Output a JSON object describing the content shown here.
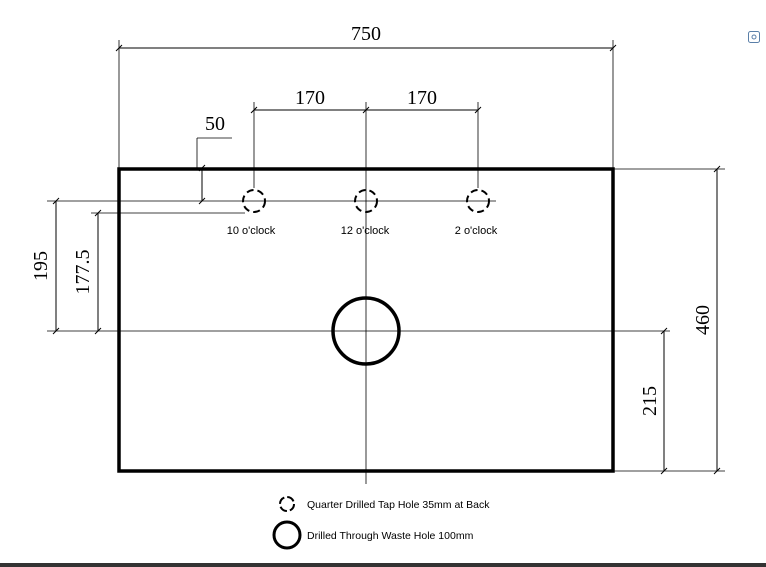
{
  "dimensions": {
    "overall_width": "750",
    "tap_spacing_left": "170",
    "tap_spacing_right": "170",
    "tap_offset_from_back": "50",
    "tap_to_waste_outer": "195",
    "tap_to_waste_inner": "177.5",
    "overall_depth": "460",
    "waste_to_front": "215"
  },
  "tap_holes": [
    {
      "label": "10 o'clock"
    },
    {
      "label": "12 o'clock"
    },
    {
      "label": "2 o'clock"
    }
  ],
  "legend": {
    "tap_hole": "Quarter Drilled Tap Hole 35mm at Back",
    "waste_hole": "Drilled Through Waste Hole 100mm"
  },
  "icons": {
    "expand": "expand-icon"
  },
  "colors": {
    "outline": "#000000",
    "bottom_bar": "#333333"
  }
}
